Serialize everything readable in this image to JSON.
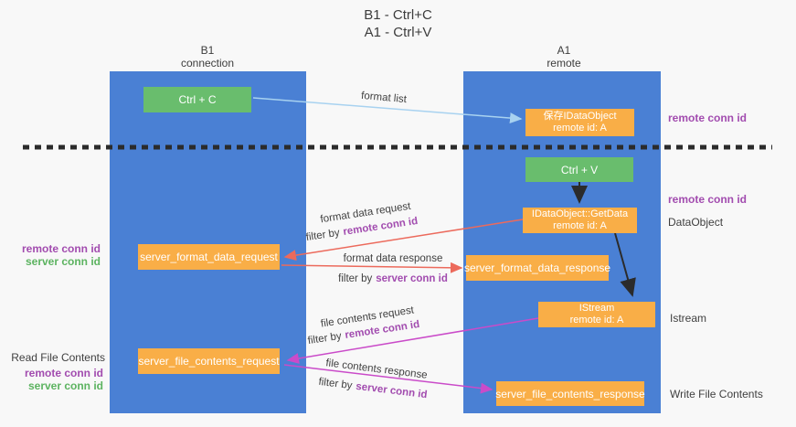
{
  "title": {
    "line1": "B1 - Ctrl+C",
    "line2": "A1 - Ctrl+V"
  },
  "columns": {
    "left": {
      "header_line1": "B1",
      "header_line2": "connection"
    },
    "right": {
      "header_line1": "A1",
      "header_line2": "remote"
    }
  },
  "nodes": {
    "ctrl_c": {
      "label": "Ctrl + C"
    },
    "save_idataobject": {
      "line1": "保存IDataObject",
      "line2": "remote id: A"
    },
    "ctrl_v": {
      "label": "Ctrl + V"
    },
    "idataobject_getdata": {
      "line1": "IDataObject::GetData",
      "line2": "remote id: A"
    },
    "server_format_data_request": {
      "label": "server_format_data_request"
    },
    "server_format_data_response": {
      "label": "server_format_data_response"
    },
    "istream": {
      "line1": "IStream",
      "line2": "remote id: A"
    },
    "server_file_contents_request": {
      "label": "server_file_contents_request"
    },
    "server_file_contents_response": {
      "label": "server_file_contents_response"
    }
  },
  "flows": {
    "format_list": {
      "label": "format list"
    },
    "format_data_request": {
      "label": "format data request",
      "filter_prefix": "filter by",
      "filter_value": "remote conn id"
    },
    "format_data_response": {
      "label": "format data response",
      "filter_prefix": "filter by",
      "filter_value": "server conn id"
    },
    "file_contents_request": {
      "label": "file contents request",
      "filter_prefix": "filter by",
      "filter_value": "remote conn id"
    },
    "file_contents_response": {
      "label": "file contents response",
      "filter_prefix": "filter by",
      "filter_value": "server conn id"
    }
  },
  "right_labels": {
    "top_remote_conn_id": "remote conn id",
    "mid_remote_conn_id": "remote conn id",
    "dataobject": "DataObject",
    "istream": "Istream",
    "write_file_contents": "Write File Contents"
  },
  "left_labels": {
    "group1": {
      "remote": "remote conn id",
      "server": "server conn id"
    },
    "read_file_contents": "Read File Contents",
    "group2": {
      "remote": "remote conn id",
      "server": "server conn id"
    }
  },
  "colors": {
    "background": "#f8f8f8",
    "column_blue": "#4a80d4",
    "box_green": "#69bd6d",
    "box_orange": "#f9ae47",
    "arrow_salmon": "#ec6a5c",
    "arrow_magenta": "#ca4bc9",
    "arrow_lightblue": "#a8d2f0",
    "arrow_black": "#2b2b2b",
    "label_purple": "#a24caf",
    "label_green": "#5cb360",
    "text_dark": "#3f3f3f"
  }
}
